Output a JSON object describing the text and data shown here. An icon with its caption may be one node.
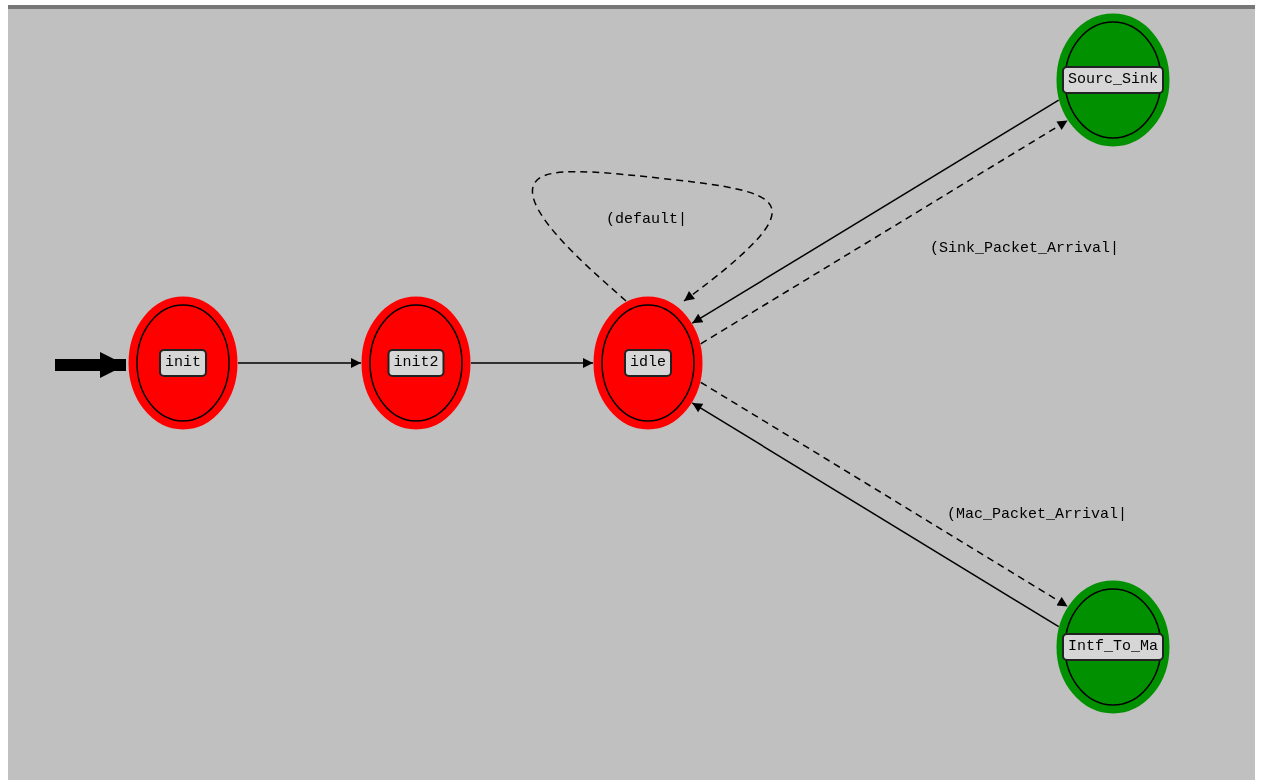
{
  "diagram": {
    "nodes": [
      {
        "text": [
          "init"
        ]
      },
      {
        "text": [
          "init2"
        ]
      },
      {
        "text": [
          "idle"
        ]
      },
      {
        "text": [
          "Sourc_Sink"
        ]
      },
      {
        "text": [
          "Intf_To_Ma"
        ]
      }
    ],
    "edges": [
      {
        "from": null,
        "to": 0,
        "arrow": "to",
        "style": "thick"
      },
      {
        "from": 0,
        "to": 1,
        "arrow": "to"
      },
      {
        "from": 1,
        "to": 2,
        "arrow": "to"
      },
      {
        "from": 2,
        "to": 2,
        "arrow": "to",
        "style": "dashed",
        "label": "(default|"
      },
      {
        "from": 3,
        "to": 2,
        "arrow": "to"
      },
      {
        "from": 2,
        "to": 3,
        "arrow": "to",
        "style": "dashed",
        "label": "(Sink_Packet_Arrival|"
      },
      {
        "from": 2,
        "to": 4,
        "arrow": "to",
        "style": "dashed",
        "label": "(Mac_Packet_Arrival|"
      },
      {
        "from": 4,
        "to": 2,
        "arrow": "to"
      }
    ]
  }
}
